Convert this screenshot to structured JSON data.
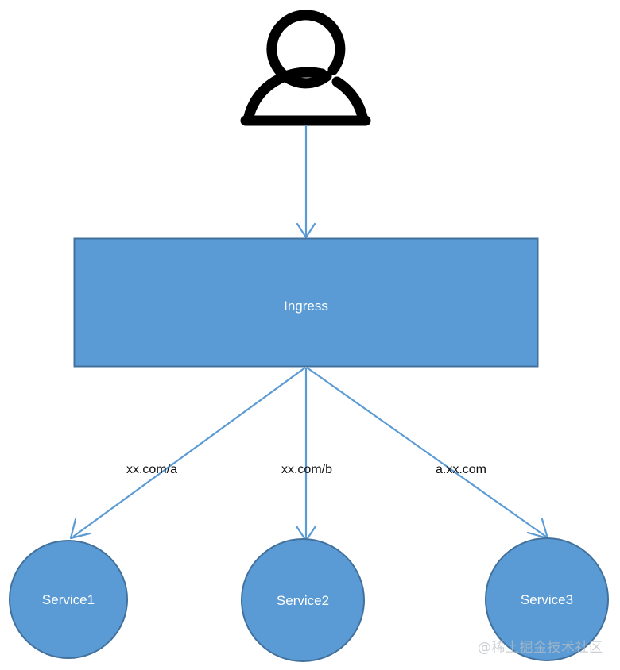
{
  "diagram": {
    "type": "flow-diagram",
    "background_color": "#ffffff",
    "palette": {
      "node_fill": "#5B9BD5",
      "node_stroke": "#41719C",
      "edge_stroke": "#5B9BD5",
      "node_text": "#ffffff",
      "edge_label_text": "#111111",
      "user_icon_stroke": "#000000",
      "watermark_text": "#b9bec4"
    },
    "actor": {
      "icon_name": "user-icon",
      "shape": "person-outline",
      "stroke_color": "#000000"
    },
    "nodes": [
      {
        "id": "ingress",
        "label": "Ingress",
        "shape": "rectangle",
        "fill": "#5B9BD5",
        "stroke": "#41719C"
      },
      {
        "id": "service1",
        "label": "Service1",
        "shape": "circle",
        "fill": "#5B9BD5",
        "stroke": "#41719C"
      },
      {
        "id": "service2",
        "label": "Service2",
        "shape": "circle",
        "fill": "#5B9BD5",
        "stroke": "#41719C"
      },
      {
        "id": "service3",
        "label": "Service3",
        "shape": "circle",
        "fill": "#5B9BD5",
        "stroke": "#41719C"
      }
    ],
    "edges": [
      {
        "id": "user-to-ingress",
        "from": "user",
        "to": "ingress",
        "label": ""
      },
      {
        "id": "ingress-to-service1",
        "from": "ingress",
        "to": "service1",
        "label": "xx.com/a"
      },
      {
        "id": "ingress-to-service2",
        "from": "ingress",
        "to": "service2",
        "label": "xx.com/b"
      },
      {
        "id": "ingress-to-service3",
        "from": "ingress",
        "to": "service3",
        "label": "a.xx.com"
      }
    ],
    "watermark": "@稀土掘金技术社区"
  }
}
